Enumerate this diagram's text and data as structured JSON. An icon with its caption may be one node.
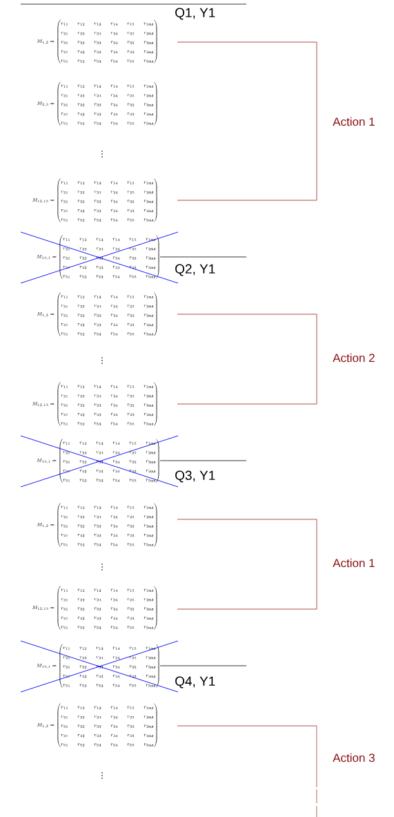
{
  "diagram": {
    "labels": [
      "Q1, Y1",
      "M_{1,2} = \\begin{pmatrix} r_{11} & r_{12} & r_{13} & r_{14} & r_{15} & r_{1\\mathrm{out}} \\\\ r_{21} & r_{22} & r_{23} & r_{24} & r_{25} & r_{2\\mathrm{out}} \\\\ r_{31} & r_{32} & r_{33} & r_{34} & r_{35} & r_{3\\mathrm{out}} \\\\ r_{41} & r_{42} & r_{43} & r_{44} & r_{45} & r_{4\\mathrm{out}} \\\\ r_{51} & r_{52} & r_{53} & r_{54} & r_{55} & r_{5\\mathrm{out}} \\end{pmatrix}",
      "M_{2,3} = \\begin{pmatrix} r_{11} & r_{12} & r_{13} & r_{14} & r_{15} & r_{1\\mathrm{out}} \\\\ r_{21} & r_{22} & r_{23} & r_{24} & r_{25} & r_{2\\mathrm{out}} \\\\ r_{31} & r_{32} & r_{33} & r_{34} & r_{35} & r_{3\\mathrm{out}} \\\\ r_{41} & r_{42} & r_{43} & r_{44} & r_{45} & r_{4\\mathrm{out}} \\\\ r_{51} & r_{52} & r_{53} & r_{54} & r_{55} & r_{5\\mathrm{out}} \\end{pmatrix}",
      "Action 1",
      "\\vdots",
      "M_{12,13} = \\begin{pmatrix} r_{11} & r_{12} & r_{13} & r_{14} & r_{15} & r_{1\\mathrm{out}} \\\\ r_{21} & r_{22} & r_{23} & r_{24} & r_{25} & r_{2\\mathrm{out}} \\\\ r_{31} & r_{32} & r_{33} & r_{34} & r_{35} & r_{3\\mathrm{out}} \\\\ r_{41} & r_{42} & r_{43} & r_{44} & r_{45} & r_{4\\mathrm{out}} \\\\ r_{51} & r_{52} & r_{53} & r_{54} & r_{55} & r_{5\\mathrm{out}} \\end{pmatrix}",
      "M_{13,1} = \\begin{pmatrix} r_{11} & r_{12} & r_{13} & r_{14} & r_{15} & r_{1\\mathrm{out}} \\\\ r_{21} & r_{22} & r_{23} & r_{24} & r_{25} & r_{2\\mathrm{out}} \\\\ r_{31} & r_{32} & r_{33} & r_{34} & r_{35} & r_{3\\mathrm{out}} \\\\ r_{41} & r_{42} & r_{43} & r_{44} & r_{45} & r_{4\\mathrm{out}} \\\\ r_{51} & r_{52} & r_{53} & r_{54} & r_{55} & r_{5\\mathrm{out}} \\end{pmatrix}",
      "Q2, Y1",
      "M_{1,2} = \\begin{pmatrix} r_{11} & r_{12} & r_{13} & r_{14} & r_{15} & r_{1\\mathrm{out}} \\\\ r_{21} & r_{22} & r_{23} & r_{24} & r_{25} & r_{2\\mathrm{out}} \\\\ r_{31} & r_{32} & r_{33} & r_{34} & r_{35} & r_{3\\mathrm{out}} \\\\ r_{41} & r_{42} & r_{43} & r_{44} & r_{45} & r_{4\\mathrm{out}} \\\\ r_{51} & r_{52} & r_{53} & r_{54} & r_{55} & r_{5\\mathrm{out}} \\end{pmatrix}",
      "Action 2",
      "\\vdots",
      "M_{12,13} = \\begin{pmatrix} r_{11} & r_{12} & r_{13} & r_{14} & r_{15} & r_{1\\mathrm{out}} \\\\ r_{21} & r_{22} & r_{23} & r_{24} & r_{25} & r_{2\\mathrm{out}} \\\\ r_{31} & r_{32} & r_{33} & r_{34} & r_{35} & r_{3\\mathrm{out}} \\\\ r_{41} & r_{42} & r_{43} & r_{44} & r_{45} & r_{4\\mathrm{out}} \\\\ r_{51} & r_{52} & r_{53} & r_{54} & r_{55} & r_{5\\mathrm{out}} \\end{pmatrix}",
      "M_{13,1} = \\begin{pmatrix} r_{11} & r_{12} & r_{13} & r_{14} & r_{15} & r_{1\\mathrm{out}} \\\\ r_{21} & r_{22} & r_{23} & r_{24} & r_{25} & r_{2\\mathrm{out}} \\\\ r_{31} & r_{32} & r_{33} & r_{34} & r_{35} & r_{3\\mathrm{out}} \\\\ r_{41} & r_{42} & r_{43} & r_{44} & r_{45} & r_{4\\mathrm{out}} \\\\ r_{51} & r_{52} & r_{53} & r_{54} & r_{55} & r_{5\\mathrm{out}} \\end{pmatrix}",
      "Q3, Y1",
      "M_{1,2} = \\begin{pmatrix} r_{11} & r_{12} & r_{13} & r_{14} & r_{15} & r_{1\\mathrm{out}} \\\\ r_{21} & r_{22} & r_{23} & r_{24} & r_{25} & r_{2\\mathrm{out}} \\\\ r_{31} & r_{32} & r_{33} & r_{34} & r_{35} & r_{3\\mathrm{out}} \\\\ r_{41} & r_{42} & r_{43} & r_{44} & r_{45} & r_{4\\mathrm{out}} \\\\ r_{51} & r_{52} & r_{53} & r_{54} & r_{55} & r_{5\\mathrm{out}} \\end{pmatrix}",
      "Action 1",
      "\\vdots",
      "M_{12,13} = \\begin{pmatrix} r_{11} & r_{12} & r_{13} & r_{14} & r_{15} & r_{1\\mathrm{out}} \\\\ r_{21} & r_{22} & r_{23} & r_{24} & r_{25} & r_{2\\mathrm{out}} \\\\ r_{31} & r_{32} & r_{33} & r_{34} & r_{35} & r_{3\\mathrm{out}} \\\\ r_{41} & r_{42} & r_{43} & r_{44} & r_{45} & r_{4\\mathrm{out}} \\\\ r_{51} & r_{52} & r_{53} & r_{54} & r_{55} & r_{5\\mathrm{out}} \\end{pmatrix}",
      "M_{13,1} = \\begin{pmatrix} r_{11} & r_{12} & r_{13} & r_{14} & r_{15} & r_{1\\mathrm{out}} \\\\ r_{21} & r_{22} & r_{23} & r_{24} & r_{25} & r_{2\\mathrm{out}} \\\\ r_{31} & r_{32} & r_{33} & r_{34} & r_{35} & r_{3\\mathrm{out}} \\\\ r_{41} & r_{42} & r_{43} & r_{44} & r_{45} & r_{4\\mathrm{out}} \\\\ r_{51} & r_{52} & r_{53} & r_{54} & r_{55} & r_{5\\mathrm{out}} \\end{pmatrix}",
      "Q4, Y1",
      "M_{1,2} = \\begin{pmatrix} r_{11} & r_{12} & r_{13} & r_{14} & r_{15} & r_{1\\mathrm{out}} \\\\ r_{21} & r_{22} & r_{23} & r_{24} & r_{25} & r_{2\\mathrm{out}} \\\\ r_{31} & r_{32} & r_{33} & r_{34} & r_{35} & r_{3\\mathrm{out}} \\\\ r_{41} & r_{42} & r_{43} & r_{44} & r_{45} & r_{4\\mathrm{out}} \\\\ r_{51} & r_{52} & r_{53} & r_{54} & r_{55} & r_{5\\mathrm{out}} \\end{pmatrix}",
      "Action 3",
      "\\vdots"
    ]
  }
}
